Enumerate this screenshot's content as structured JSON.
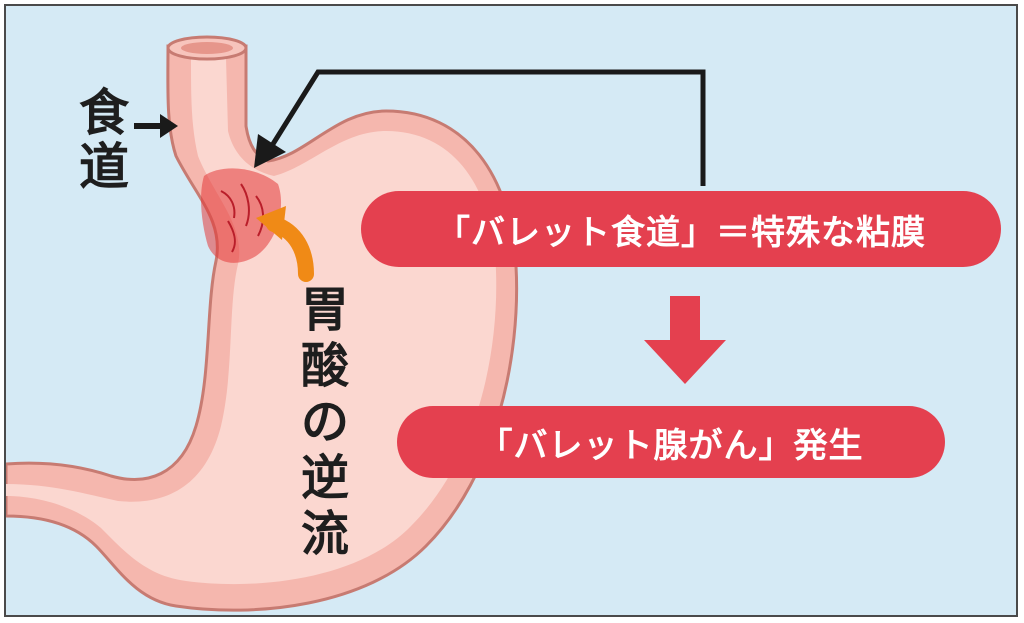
{
  "colors": {
    "background": "#d5eaf5",
    "stomach_outer": "#f5b7ae",
    "stomach_inner": "#fbd7d0",
    "outline": "#c77b72",
    "damaged_mucosa": "#e33a3a",
    "pill": "#e4404f",
    "down_arrow": "#e4404f",
    "acid_arrow": "#f08a16"
  },
  "labels": {
    "esophagus": [
      "食",
      "道"
    ],
    "acid_reflux": [
      "胃",
      "酸",
      "の",
      "逆",
      "流"
    ]
  },
  "callouts": {
    "barrett_esophagus": "「バレット食道」＝特殊な粘膜",
    "barrett_cancer": "「バレット腺がん」発生"
  },
  "icons": [
    "black-arrow-right-icon",
    "black-elbow-arrow-icon",
    "orange-curved-arrow-icon",
    "red-down-arrow-icon"
  ]
}
